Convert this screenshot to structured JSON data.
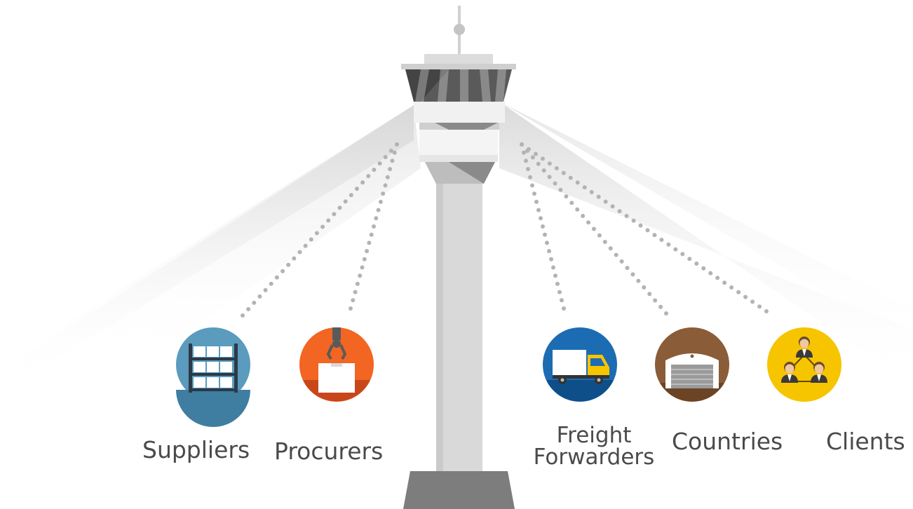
{
  "stakeholders": [
    {
      "name": "suppliers",
      "label": "Suppliers",
      "icon": "warehouse-shelves-icon",
      "color": "#5A9BBE"
    },
    {
      "name": "procurers",
      "label": "Procurers",
      "icon": "crane-box-icon",
      "color": "#F26522"
    },
    {
      "name": "freight-forwarders",
      "label_line1": "Freight",
      "label_line2": "Forwarders",
      "icon": "delivery-truck-icon",
      "color": "#1C6CB3"
    },
    {
      "name": "countries",
      "label": "Countries",
      "icon": "garage-depot-icon",
      "color": "#7E5433"
    },
    {
      "name": "clients",
      "label": "Clients",
      "icon": "people-network-icon",
      "color": "#F7C400"
    }
  ],
  "central_element": {
    "icon": "control-tower-icon"
  }
}
